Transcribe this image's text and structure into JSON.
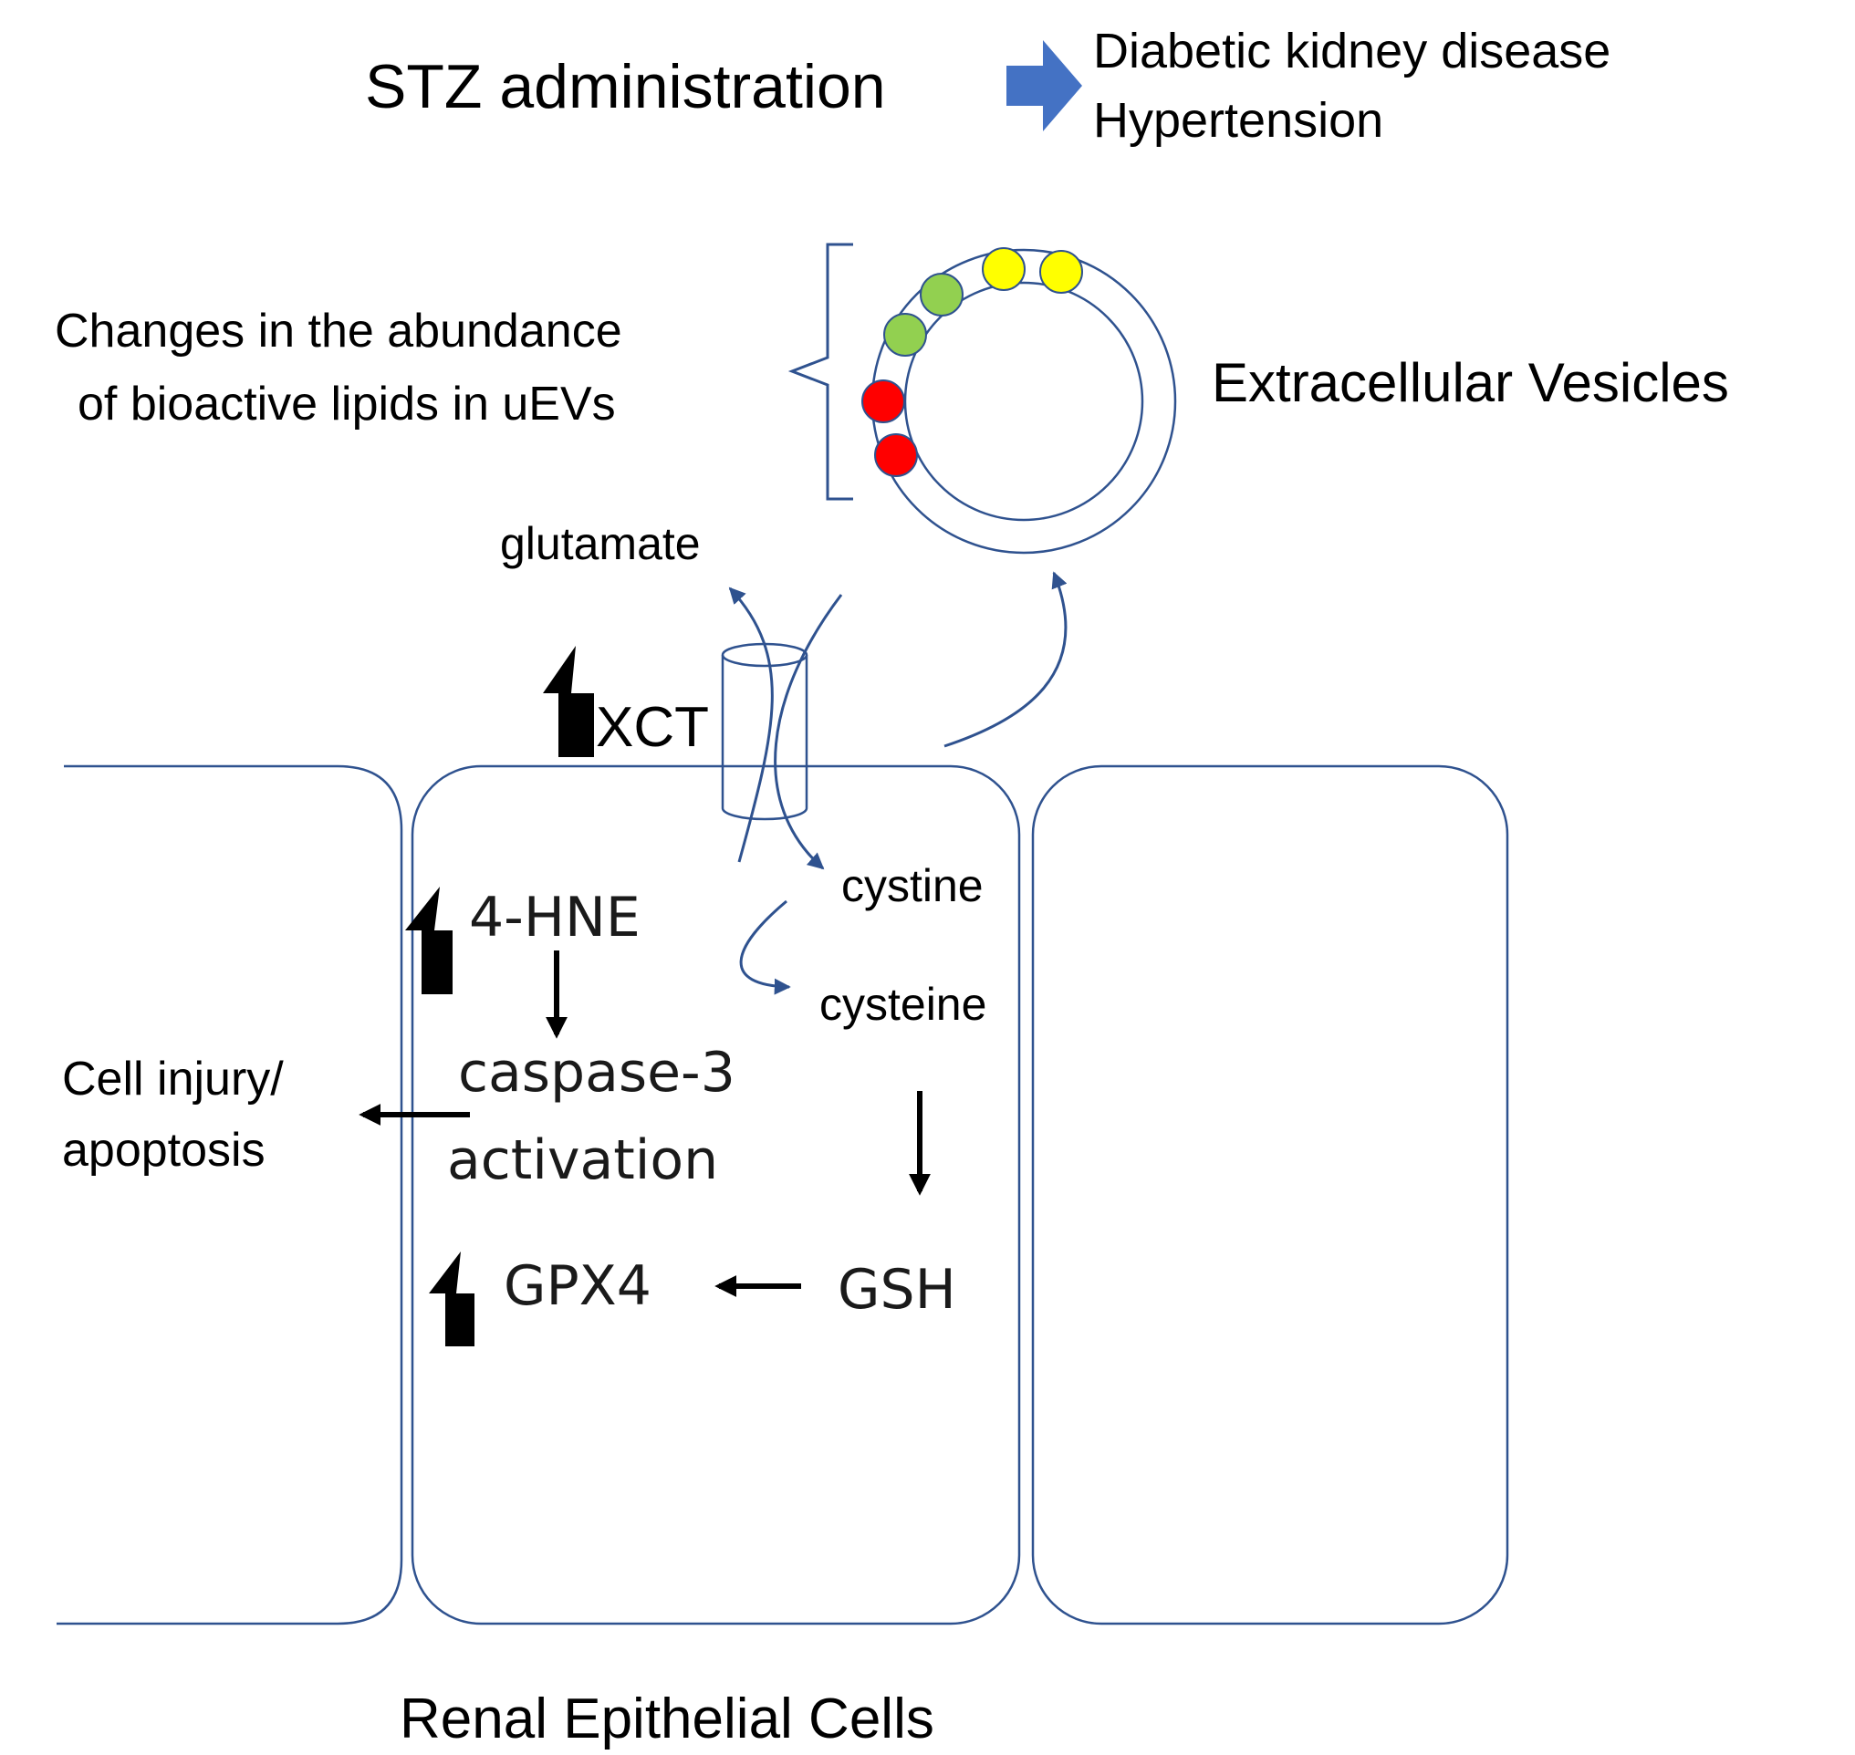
{
  "header": {
    "treatment": "STZ administration",
    "outcome_1": "Diabetic kidney disease",
    "outcome_2": "Hypertension"
  },
  "vesicle": {
    "caption_line_1": "Changes in the abundance",
    "caption_line_2": "of bioactive lipids in uEVs",
    "label": "Extracellular  Vesicles",
    "lipid_dot_colors": [
      "#ff0000",
      "#ff0000",
      "#92d050",
      "#92d050",
      "#ffff00",
      "#ffff00"
    ]
  },
  "pathway": {
    "glutamate": "glutamate",
    "xct": "XCT",
    "cystine": "cystine",
    "cysteine": "cysteine",
    "gsh": "GSH",
    "gpx4": "GPX4",
    "hne": "4-HNE",
    "caspase_line_1": "caspase-3",
    "caspase_line_2": "activation",
    "injury_line_1": "Cell injury/",
    "injury_line_2": "apoptosis"
  },
  "footer": {
    "cells_label": "Renal Epithelial  Cells"
  },
  "colors": {
    "membrane_blue": "#2f528f",
    "arrow_blue": "#4472c4",
    "text": "#000000"
  }
}
